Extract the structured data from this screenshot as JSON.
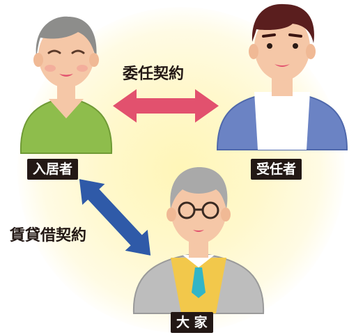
{
  "roles": {
    "resident": "入居者",
    "trustee": "受任者",
    "landlord": "大 家"
  },
  "contracts": {
    "delegation": "委任契約",
    "lease": "賃貸借契約"
  },
  "colors": {
    "delegation_arrow": "#e2516e",
    "lease_arrow": "#2f5aa8",
    "label_bg": "#231815",
    "background_glow": "#fff6b8"
  }
}
